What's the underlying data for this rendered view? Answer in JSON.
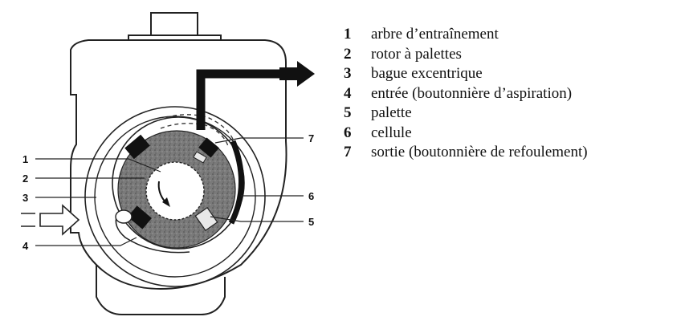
{
  "legend": [
    {
      "num": "1",
      "label": "arbre d’entraînement"
    },
    {
      "num": "2",
      "label": "rotor à palettes"
    },
    {
      "num": "3",
      "label": "bague excentrique"
    },
    {
      "num": "4",
      "label": "entrée (boutonnière d’aspiration)"
    },
    {
      "num": "5",
      "label": "palette"
    },
    {
      "num": "6",
      "label": "cellule"
    },
    {
      "num": "7",
      "label": "sortie (boutonnière de refoulement)"
    }
  ],
  "callouts": {
    "c1": "1",
    "c2": "2",
    "c3": "3",
    "c4": "4",
    "c5": "5",
    "c6": "6",
    "c7": "7"
  },
  "colors": {
    "outline": "#222222",
    "rotor_fill": "#6e6e6e",
    "vane": "#111111"
  }
}
